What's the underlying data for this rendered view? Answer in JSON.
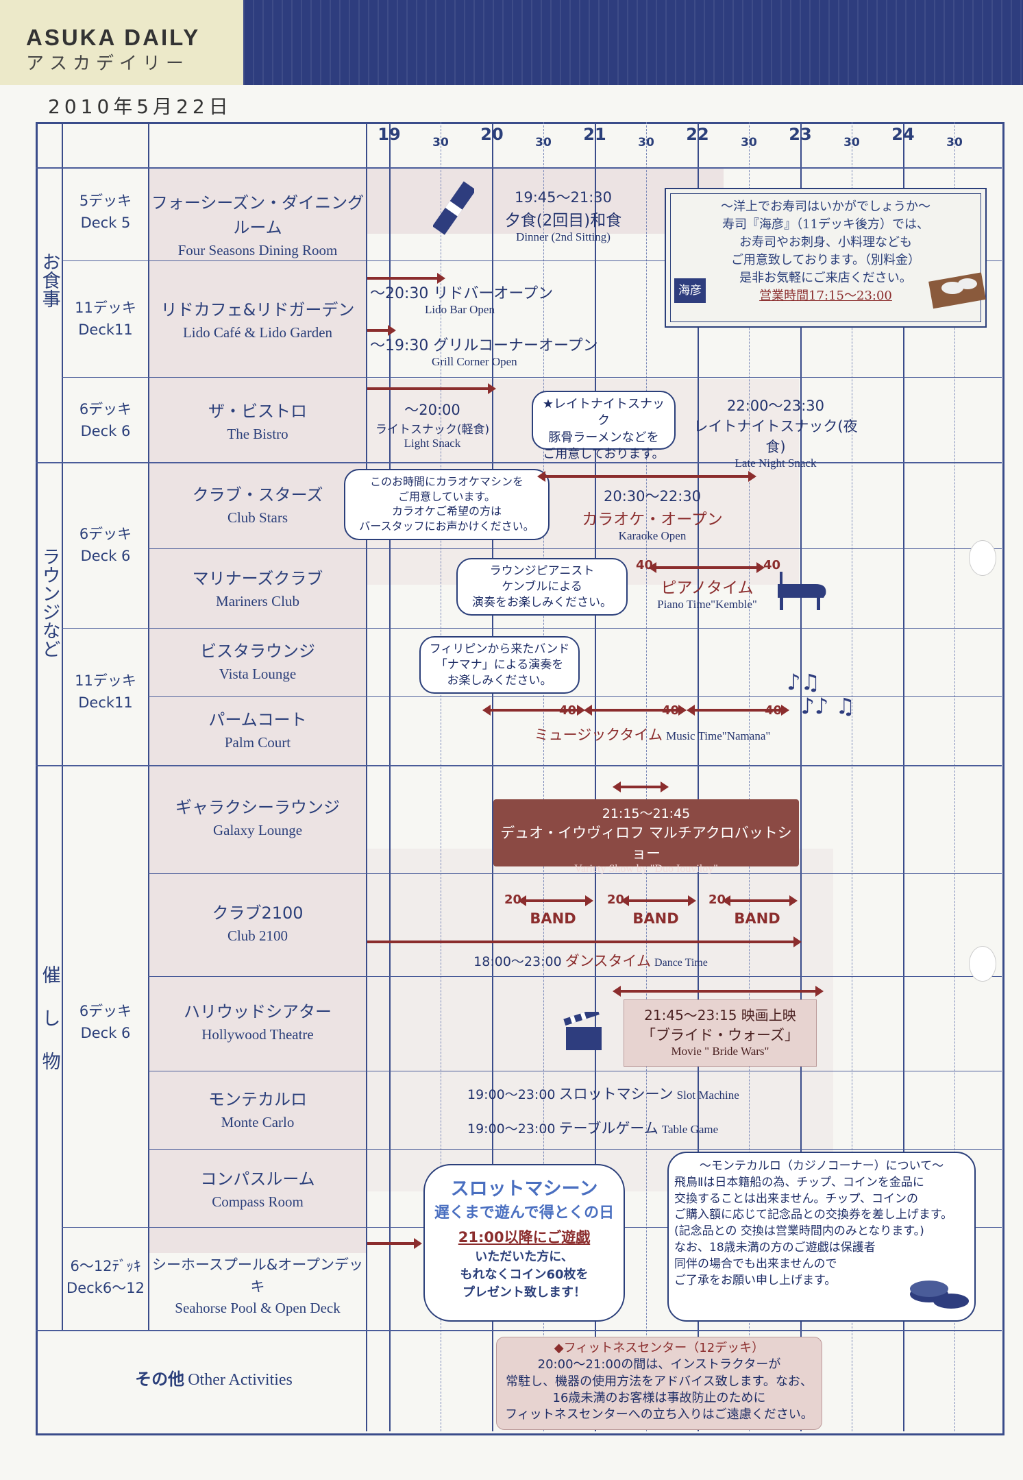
{
  "header": {
    "brand_en": "ASUKA DAILY",
    "brand_jp": "アスカデイリー",
    "date": "2010年5月22日"
  },
  "time_axis": {
    "hours": [
      "19",
      "20",
      "21",
      "22",
      "23",
      "24"
    ],
    "half": "30"
  },
  "categories": {
    "meals": "お食事",
    "lounges": "ラウンジなど",
    "events": "催し物"
  },
  "decks": {
    "d5": {
      "jp": "5デッキ",
      "en": "Deck 5"
    },
    "d11a": {
      "jp": "11デッキ",
      "en": "Deck11"
    },
    "d6a": {
      "jp": "6デッキ",
      "en": "Deck 6"
    },
    "d6b": {
      "jp": "6デッキ",
      "en": "Deck 6"
    },
    "d11b": {
      "jp": "11デッキ",
      "en": "Deck11"
    },
    "d6c": {
      "jp": "6デッキ",
      "en": "Deck 6"
    },
    "d612": {
      "jp": "6〜12ﾃﾞｯｷ",
      "en": "Deck6〜12"
    }
  },
  "venues": [
    {
      "jp": "フォーシーズン・ダイニングルーム",
      "en": "Four Seasons Dining Room"
    },
    {
      "jp": "リドカフェ&リドガーデン",
      "en": "Lido Café & Lido Garden"
    },
    {
      "jp": "ザ・ビストロ",
      "en": "The Bistro"
    },
    {
      "jp": "クラブ・スターズ",
      "en": "Club Stars"
    },
    {
      "jp": "マリナーズクラブ",
      "en": "Mariners Club"
    },
    {
      "jp": "ビスタラウンジ",
      "en": "Vista Lounge"
    },
    {
      "jp": "パームコート",
      "en": "Palm Court"
    },
    {
      "jp": "ギャラクシーラウンジ",
      "en": "Galaxy Lounge"
    },
    {
      "jp": "クラブ2100",
      "en": "Club 2100"
    },
    {
      "jp": "ハリウッドシアター",
      "en": "Hollywood Theatre"
    },
    {
      "jp": "モンテカルロ",
      "en": "Monte Carlo"
    },
    {
      "jp": "コンパスルーム",
      "en": "Compass Room"
    },
    {
      "jp": "シーホースプール&オープンデッキ",
      "en": "Seahorse Pool & Open Deck"
    }
  ],
  "other": {
    "jp": "その他",
    "en": "Other Activities"
  },
  "events": {
    "dinner": {
      "time": "19:45〜21:30",
      "jp": "夕食(2回目)和食",
      "en": "Dinner (2nd Sitting)"
    },
    "sushi": [
      "〜洋上でお寿司はいかがでしょうか〜",
      "寿司『海彦』（11デッキ後方）では、",
      "お寿司やお刺身、小料理なども",
      "ご用意致しております。（別料金）",
      "是非お気軽にご来店ください。",
      "営業時間17:15〜23:00"
    ],
    "sushi_logo": "海彦",
    "lido_bar": {
      "jp": "〜20:30 リドバーオープン",
      "en": "Lido Bar Open"
    },
    "grill": {
      "jp": "〜19:30 グリルコーナーオープン",
      "en": "Grill Corner Open"
    },
    "light_snack": {
      "time": "〜20:00",
      "jp": "ライトスナック(軽食)",
      "en": "Light Snack"
    },
    "late_bubble": [
      "★レイトナイトスナック",
      "豚骨ラーメンなどを",
      "ご用意しております。"
    ],
    "late_snack": {
      "time": "22:00〜23:30",
      "jp": "レイトナイトスナック(夜食)",
      "en": "Late Night Snack"
    },
    "karaoke_bubble": [
      "このお時間にカラオケマシンを",
      "ご用意しています。",
      "カラオケご希望の方は",
      "バースタッフにお声かけください。"
    ],
    "karaoke": {
      "time": "20:30〜22:30",
      "jp": "カラオケ・オープン",
      "en": "Karaoke Open"
    },
    "piano_bubble": [
      "ラウンジピアニスト",
      "ケンブルによる",
      "演奏をお楽しみください。"
    ],
    "piano": {
      "jp": "ピアノタイム",
      "en": "Piano Time\"Kemble\"",
      "start": "40",
      "end": "40"
    },
    "band_bubble": [
      "フィリピンから来たバンド",
      "「ナマナ」による演奏を",
      "お楽しみください。"
    ],
    "music": {
      "jp": "ミュージックタイム",
      "en": "Music Time\"Namana\"",
      "m1": "40",
      "m2": "40",
      "m3": "40"
    },
    "variety": {
      "time": "21:15〜21:45",
      "jp": "デュオ・イウヴィロフ マルチアクロバットショー",
      "en": "Variety Show by \"Duo Iouviloy\""
    },
    "band": {
      "label": "BAND",
      "n": "20"
    },
    "dance": {
      "time": "18:00〜23:00",
      "jp": "ダンスタイム",
      "en": "Dance Time"
    },
    "movie": {
      "time": "21:45〜23:15 映画上映",
      "jp": "「ブライド・ウォーズ」",
      "en": "Movie \" Bride Wars\""
    },
    "slot": {
      "time": "19:00〜23:00",
      "jp": "スロットマシーン",
      "en": "Slot Machine"
    },
    "table": {
      "time": "19:00〜23:00",
      "jp": "テーブルゲーム",
      "en": "Table Game"
    },
    "slot_promo": [
      "スロットマシーン",
      "遅くまで遊んで得とくの日",
      "21:00以降にご遊戯",
      "いただいた方に、",
      "もれなくコイン60枚を",
      "プレゼント致します！"
    ],
    "casino_note": [
      "〜モンテカルロ（カジノコーナー）について〜",
      "飛鳥Ⅱは日本籍船の為、チップ、コインを金品に",
      "交換することは出来ません。チップ、コインの",
      "ご購入額に応じて記念品との交換券を差し上げます。",
      "(記念品との 交換は営業時間内のみとなります。)",
      "なお、18歳未満の方のご遊戯は保護者",
      "同伴の場合でも出来ませんので",
      "ご了承をお願い申し上げます。"
    ],
    "fitness": [
      "◆フィットネスセンター（12デッキ）",
      "20:00〜21:00の間は、インストラクターが",
      "常駐し、機器の使用方法をアドバイス致します。なお、",
      "16歳未満のお客様は事故防止のために",
      "フィットネスセンターへの立ち入りはご遠慮ください。"
    ]
  }
}
